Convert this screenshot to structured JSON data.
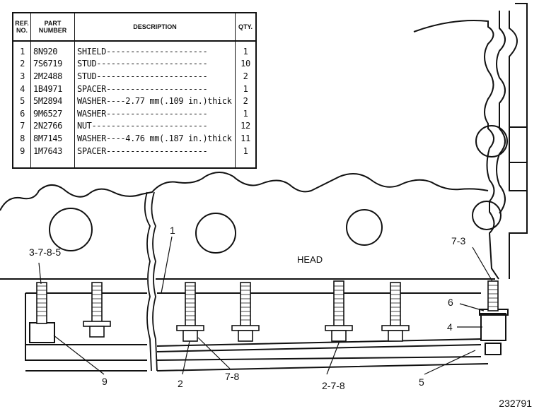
{
  "table": {
    "headers": {
      "ref": "REF. NO.",
      "part": "PART NUMBER",
      "description": "DESCRIPTION",
      "qty": "QTY."
    },
    "rows": [
      {
        "ref": "1",
        "part": "8N920",
        "description": "SHIELD---------------------",
        "qty": "1"
      },
      {
        "ref": "2",
        "part": "7S6719",
        "description": "STUD-----------------------",
        "qty": "10"
      },
      {
        "ref": "3",
        "part": "2M2488",
        "description": "STUD-----------------------",
        "qty": "2"
      },
      {
        "ref": "4",
        "part": "1B4971",
        "description": "SPACER---------------------",
        "qty": "1"
      },
      {
        "ref": "5",
        "part": "5M2894",
        "description": "WASHER----2.77 mm(.109 in.)thick",
        "qty": "2"
      },
      {
        "ref": "6",
        "part": "9M6527",
        "description": "WASHER---------------------",
        "qty": "1"
      },
      {
        "ref": "7",
        "part": "2N2766",
        "description": "NUT------------------------",
        "qty": "12"
      },
      {
        "ref": "8",
        "part": "8M7145",
        "description": "WASHER----4.76 mm(.187 in.)thick",
        "qty": "11"
      },
      {
        "ref": "9",
        "part": "1M7643",
        "description": "SPACER---------------------",
        "qty": "1"
      }
    ]
  },
  "callouts": {
    "c_3785": "3-7-8-5",
    "c_1": "1",
    "c_head": "HEAD",
    "c_73": "7-3",
    "c_6": "6",
    "c_4": "4",
    "c_9": "9",
    "c_2": "2",
    "c_78": "7-8",
    "c_278": "2-7-8",
    "c_5": "5"
  },
  "drawing_number": "232791"
}
